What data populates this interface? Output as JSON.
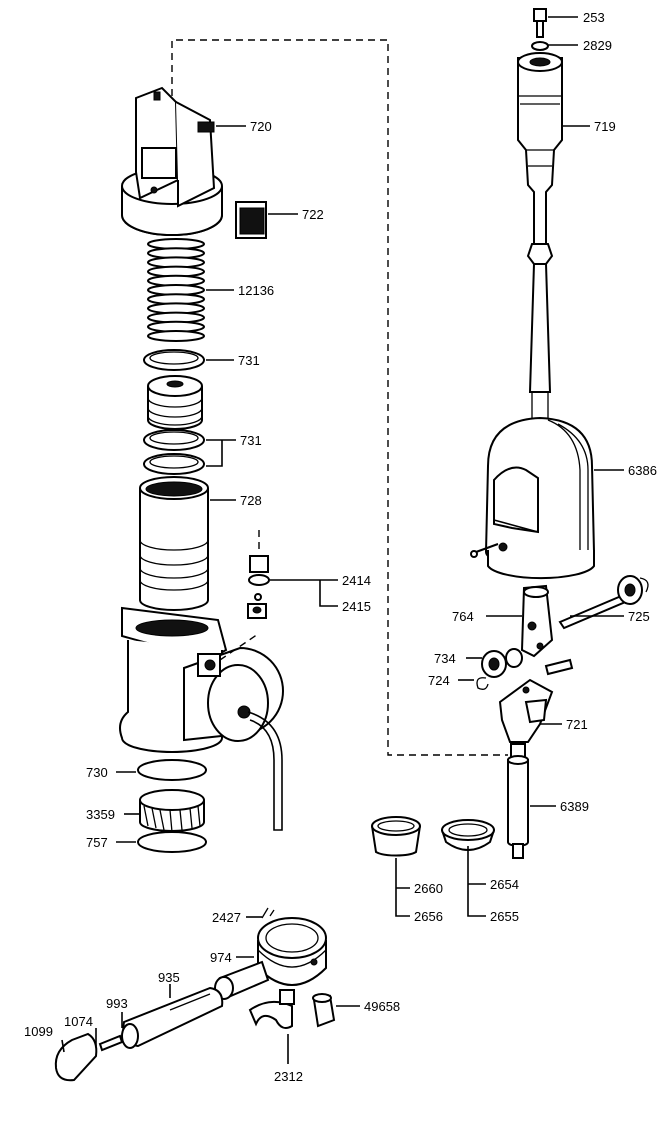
{
  "parts": {
    "p253": "253",
    "p2829": "2829",
    "p719": "719",
    "p720": "720",
    "p722": "722",
    "p12136": "12136",
    "p731a": "731",
    "p731b": "731",
    "p728": "728",
    "p2414": "2414",
    "p2415": "2415",
    "p6386": "6386",
    "p764": "764",
    "p725": "725",
    "p734": "734",
    "p724": "724",
    "p721": "721",
    "p730": "730",
    "p3359": "3359",
    "p757": "757",
    "p6389": "6389",
    "p2660": "2660",
    "p2656": "2656",
    "p2654": "2654",
    "p2655": "2655",
    "p2427": "2427",
    "p974": "974",
    "p935": "935",
    "p993": "993",
    "p1074": "1074",
    "p1099": "1099",
    "p49658": "49658",
    "p2312": "2312"
  }
}
